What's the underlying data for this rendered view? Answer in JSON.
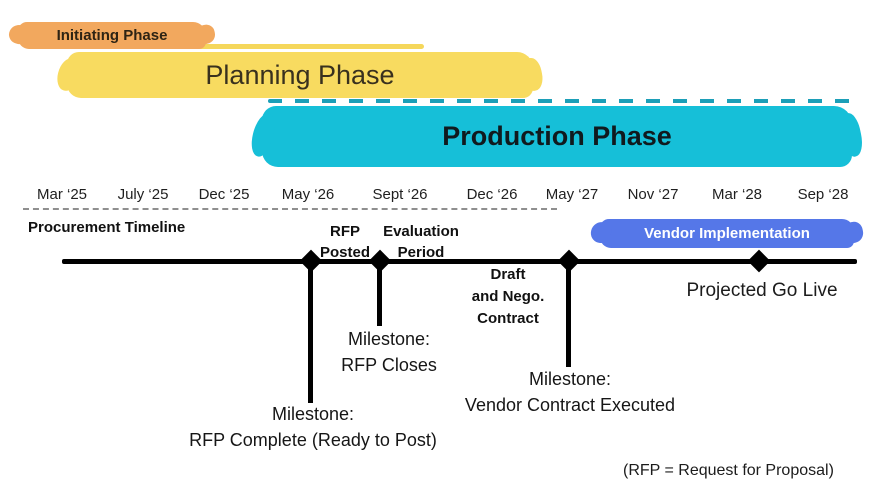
{
  "phases": {
    "initiating": {
      "label": "Initiating Phase",
      "color": "#F2A85E"
    },
    "planning": {
      "label": "Planning Phase",
      "color": "#F8DB60"
    },
    "production": {
      "label": "Production Phase",
      "color": "#16BFD8"
    },
    "vendor_implementation": {
      "label": "Vendor Implementation",
      "color": "#5577E8",
      "text_color": "#FFFFFF"
    }
  },
  "axis": {
    "dates": [
      "Mar ‘25",
      "July ‘25",
      "Dec ‘25",
      "May ‘26",
      "Sept ‘26",
      "Dec ‘26",
      "May ‘27",
      "Nov ‘27",
      "Mar ‘28",
      "Sep ‘28"
    ]
  },
  "timeline": {
    "title": "Procurement Timeline",
    "events": {
      "rfp_posted": "RFP\nPosted",
      "evaluation_period": "Evaluation\nPeriod",
      "draft_nego_contract": "Draft\nand Nego.\nContract",
      "projected_go_live": "Projected Go Live"
    },
    "milestones": {
      "rfp_closes": "Milestone:\nRFP Closes",
      "rfp_complete": "Milestone:\nRFP Complete (Ready to Post)",
      "vendor_contract_executed": "Milestone:\nVendor Contract Executed"
    }
  },
  "footnote": "(RFP = Request for Proposal)"
}
